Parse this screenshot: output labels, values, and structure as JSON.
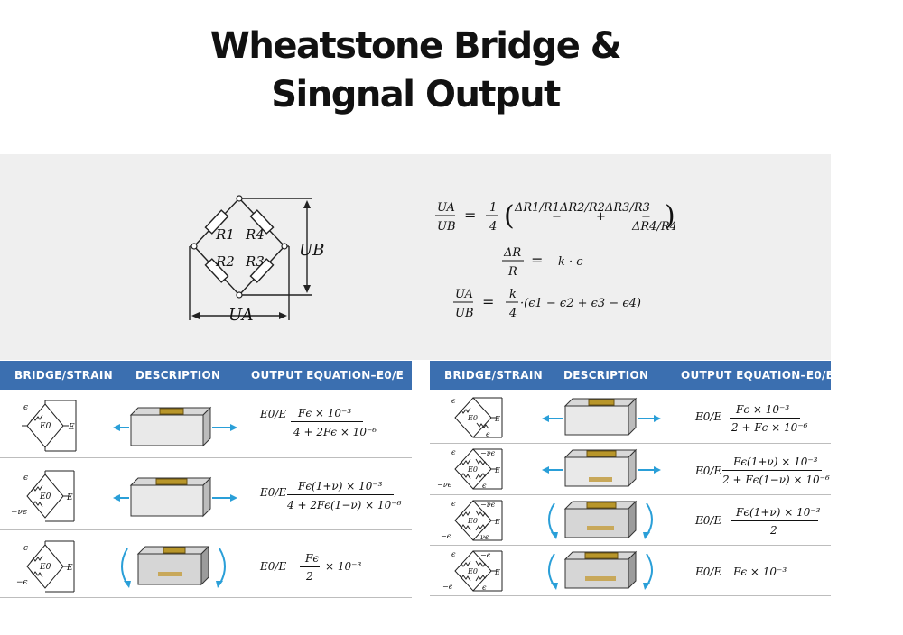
{
  "title": {
    "line1": "Wheatstone Bridge &",
    "line2": "Singnal Output"
  },
  "bridge": {
    "resistors": [
      "R1",
      "R4",
      "R2",
      "R3"
    ],
    "voltage_out": "UB",
    "voltage_in": "UA"
  },
  "formulas": {
    "f1_lhs_num": "UA",
    "f1_lhs_den": "UB",
    "f1_eq": "=",
    "f1_coef_num": "1",
    "f1_coef_den": "4",
    "f1_terms": [
      "ΔR1/R1",
      "ΔR2/R2",
      "ΔR3/R3",
      "ΔR4/R4"
    ],
    "f1_ops": [
      "−",
      "+",
      "−"
    ],
    "f2_num": "ΔR",
    "f2_den": "R",
    "f2_rhs": "k · ϵ",
    "f3_lhs_num": "UA",
    "f3_lhs_den": "UB",
    "f3_coef_num": "k",
    "f3_coef_den": "4",
    "f3_rhs": "·(ϵ1 − ϵ2 + ϵ3 − ϵ4)"
  },
  "tables": {
    "left": {
      "headers": [
        "BRIDGE/STRAIN",
        "DESCRIPTION",
        "OUTPUT EQUATION–E0/E"
      ],
      "rows": [
        {
          "bridge_labels": [
            "ϵ",
            "E0",
            "E"
          ],
          "motion": "axial",
          "eq_lhs": "E0/E",
          "eq_num": "Fϵ × 10⁻³",
          "eq_den": "4 + 2Fϵ × 10⁻⁶"
        },
        {
          "bridge_labels": [
            "ϵ",
            "−νϵ",
            "E0",
            "E"
          ],
          "motion": "axial",
          "eq_lhs": "E0/E",
          "eq_num": "Fϵ(1+ν) × 10⁻³",
          "eq_den": "4 + 2Fϵ(1−ν) × 10⁻⁶"
        },
        {
          "bridge_labels": [
            "ϵ",
            "−ϵ",
            "E0",
            "E"
          ],
          "motion": "bending",
          "eq_lhs": "E0/E",
          "eq_num": "Fϵ",
          "eq_den": "2",
          "eq_suffix": "× 10⁻³"
        }
      ]
    },
    "right": {
      "headers": [
        "BRIDGE/STRAIN",
        "DESCRIPTION",
        "OUTPUT EQUATION–E0/E"
      ],
      "rows": [
        {
          "bridge_labels": [
            "ϵ",
            "ϵ",
            "E0",
            "E"
          ],
          "motion": "axial",
          "eq_lhs": "E0/E",
          "eq_num": "Fϵ × 10⁻³",
          "eq_den": "2 + Fϵ × 10⁻⁶"
        },
        {
          "bridge_labels": [
            "ϵ",
            "−νϵ",
            "−νϵ",
            "ϵ",
            "E0",
            "E"
          ],
          "motion": "axial",
          "eq_lhs": "E0/E",
          "eq_num": "Fϵ(1+ν) × 10⁻³",
          "eq_den": "2 + Fϵ(1−ν) × 10⁻⁶"
        },
        {
          "bridge_labels": [
            "ϵ",
            "−νϵ",
            "−ϵ",
            "νϵ",
            "E0",
            "E"
          ],
          "motion": "bending",
          "eq_lhs": "E0/E",
          "eq_num": "Fϵ(1+ν) × 10⁻³",
          "eq_den": "2"
        },
        {
          "bridge_labels": [
            "ϵ",
            "−ϵ",
            "−ϵ",
            "ϵ",
            "E0",
            "E"
          ],
          "motion": "bending",
          "eq_lhs": "E0/E",
          "eq_num": "Fϵ × 10⁻³",
          "eq_den": ""
        }
      ]
    }
  },
  "colors": {
    "header_bg": "#3b6fb0",
    "arrow": "#2a9fd8",
    "panel_bg": "#efefef",
    "gauge": "#b8962a"
  }
}
